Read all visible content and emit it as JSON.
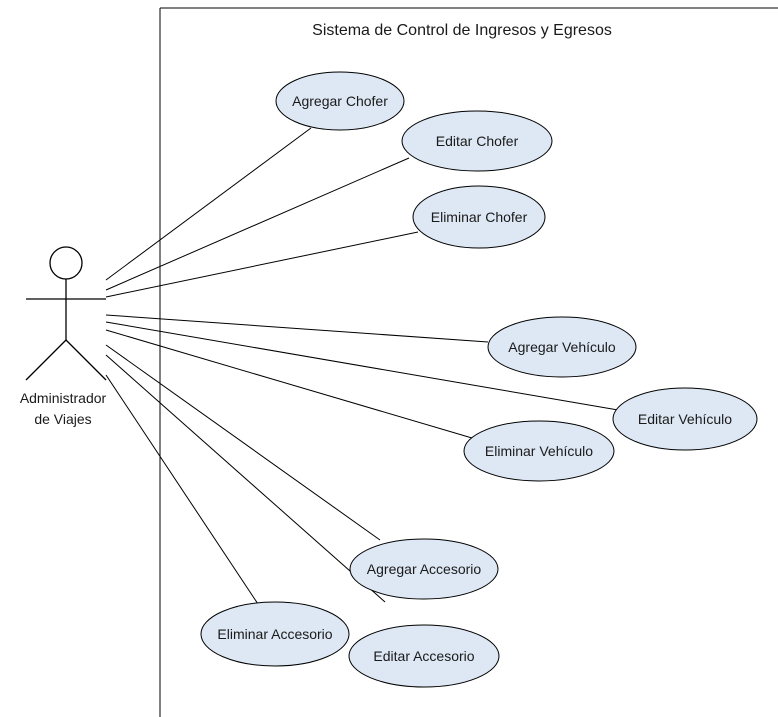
{
  "system": {
    "title": "Sistema de Control de Ingresos y Egresos"
  },
  "actor": {
    "line1": "Administrador",
    "line2": "de Viajes"
  },
  "use_cases": [
    {
      "label": "Agregar Chofer"
    },
    {
      "label": "Editar Chofer"
    },
    {
      "label": "Eliminar Chofer"
    },
    {
      "label": "Agregar Vehículo"
    },
    {
      "label": "Editar Vehículo"
    },
    {
      "label": "Eliminar Vehículo"
    },
    {
      "label": "Agregar Accesorio"
    },
    {
      "label": "Eliminar Accesorio"
    },
    {
      "label": "Editar Accesorio"
    }
  ],
  "colors": {
    "use_case_fill": "#dde8f4",
    "stroke": "#000000",
    "background": "#ffffff"
  }
}
